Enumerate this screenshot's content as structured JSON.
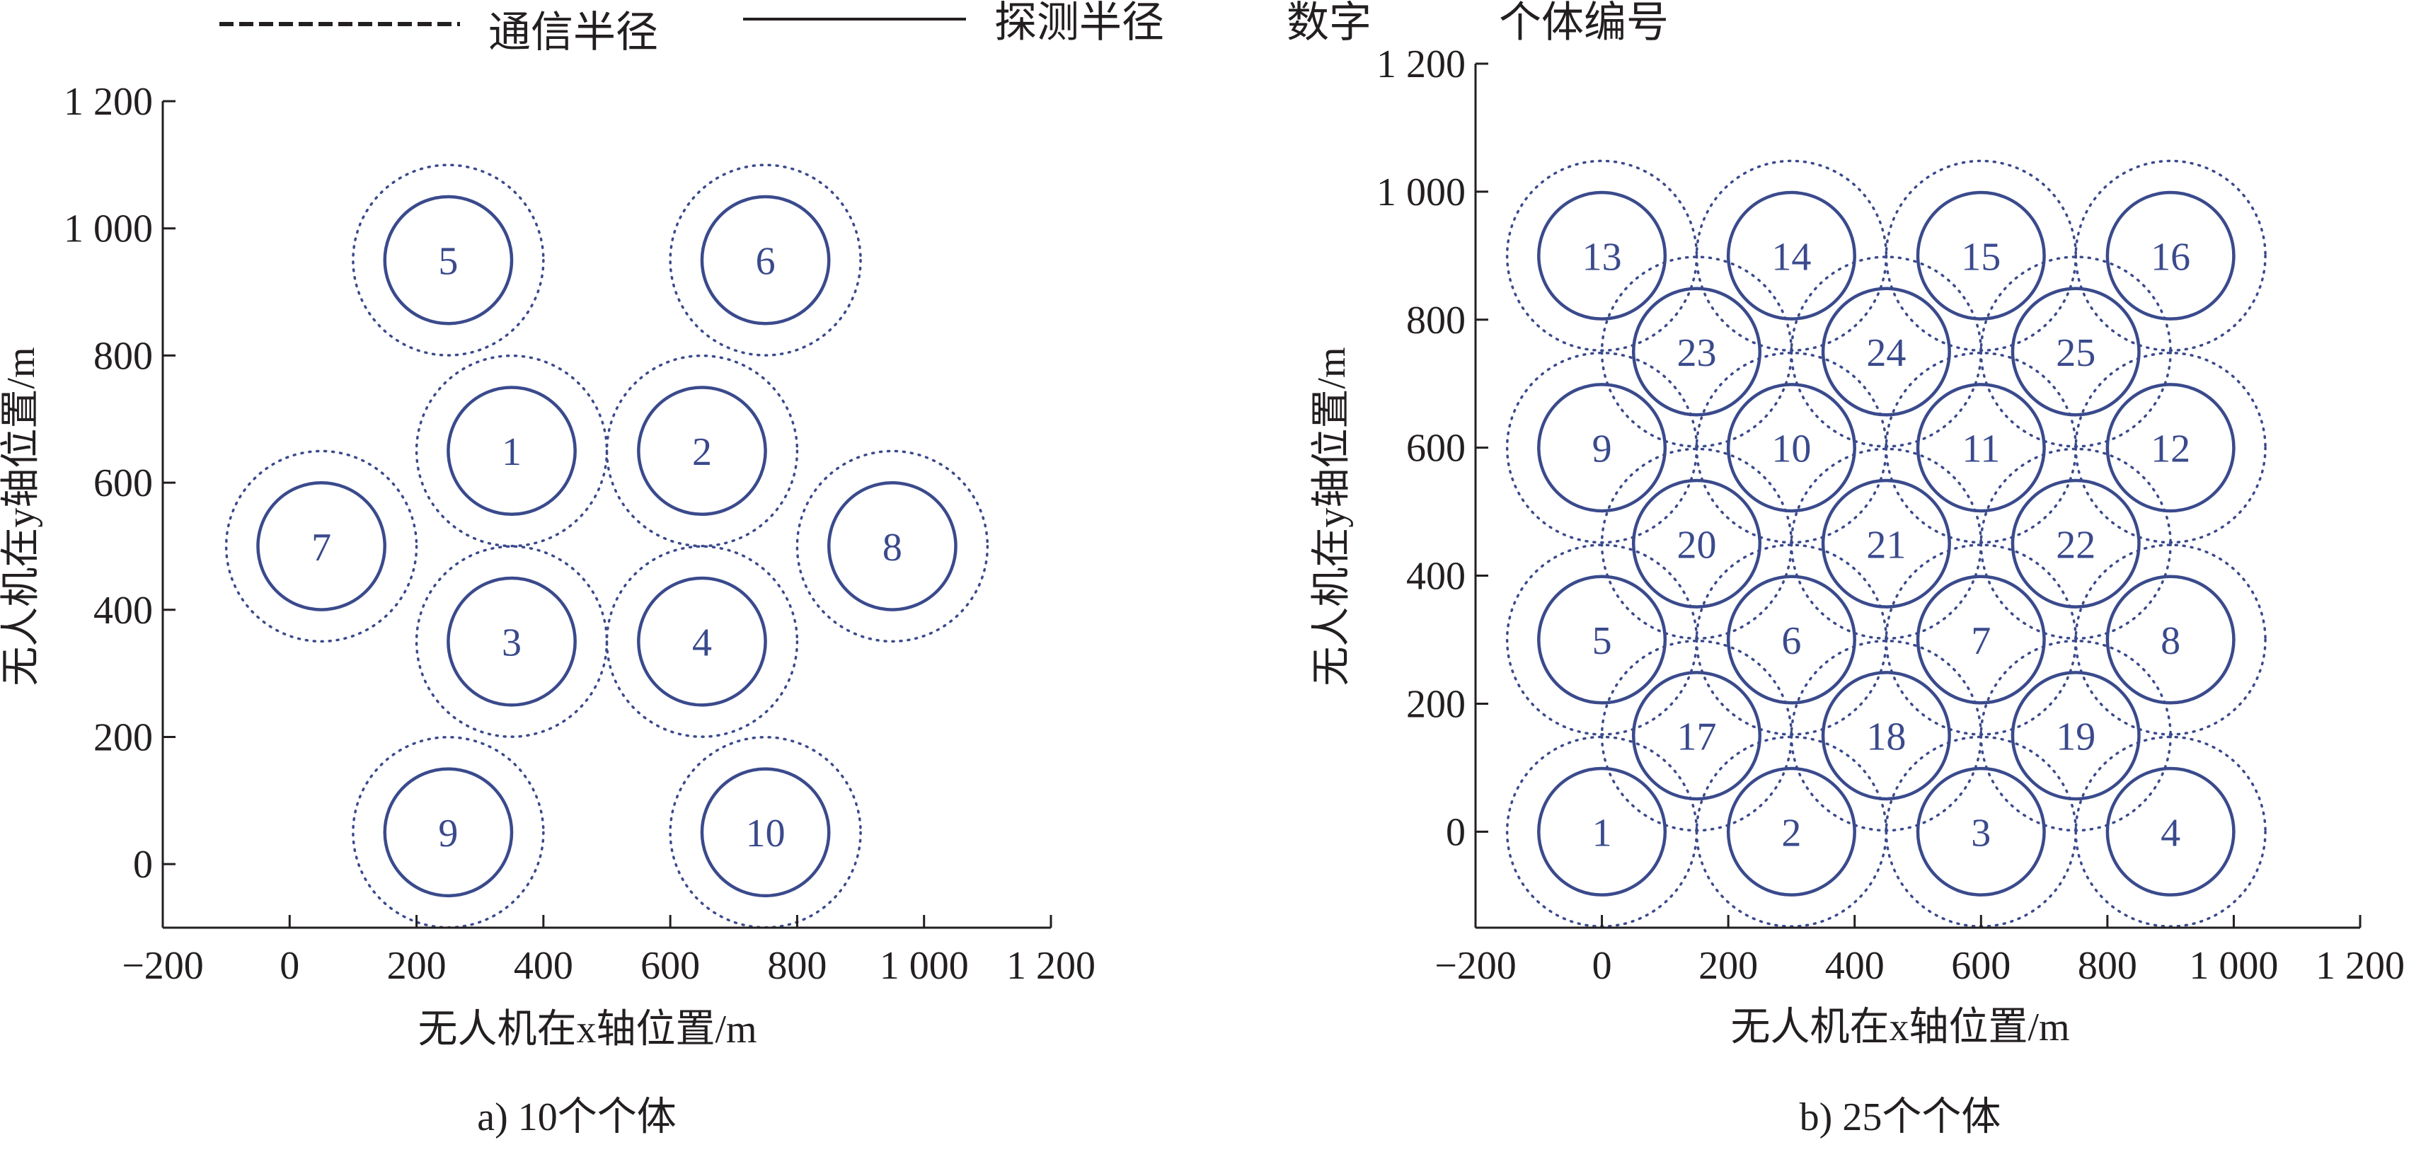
{
  "legend": {
    "items": [
      {
        "text": "通信半径",
        "style": "dashed"
      },
      {
        "text": "探测半径",
        "style": "solid"
      },
      {
        "text": "数字",
        "style": "none"
      },
      {
        "text": "个体编号",
        "style": "none"
      }
    ]
  },
  "colors": {
    "detection_circle": "#3a4a8c",
    "communication_circle": "#3a4a8c",
    "axis": "#231f20",
    "legend_line": "#231f20"
  },
  "chart_data": [
    {
      "type": "scatter",
      "caption": "a) 10个个体",
      "xlabel": "无人机在x轴位置/m",
      "ylabel": "无人机在y轴位置/m",
      "xlim": [
        -200,
        1200
      ],
      "ylim": [
        -100,
        1200
      ],
      "xticks": [
        -200,
        0,
        200,
        400,
        600,
        800,
        1000,
        1200
      ],
      "xtick_labels": [
        "−200",
        "0",
        "200",
        "400",
        "600",
        "800",
        "1 000",
        "1 200"
      ],
      "yticks": [
        0,
        200,
        400,
        600,
        800,
        1000,
        1200
      ],
      "ytick_labels": [
        "0",
        "200",
        "400",
        "600",
        "800",
        "1 000",
        "1 200"
      ],
      "detection_radius": 100,
      "communication_radius": 150,
      "grid": false,
      "points": [
        {
          "id": "1",
          "x": 350,
          "y": 650
        },
        {
          "id": "2",
          "x": 650,
          "y": 650
        },
        {
          "id": "3",
          "x": 350,
          "y": 350
        },
        {
          "id": "4",
          "x": 650,
          "y": 350
        },
        {
          "id": "5",
          "x": 250,
          "y": 950
        },
        {
          "id": "6",
          "x": 750,
          "y": 950
        },
        {
          "id": "7",
          "x": 50,
          "y": 500
        },
        {
          "id": "8",
          "x": 950,
          "y": 500
        },
        {
          "id": "9",
          "x": 250,
          "y": 50
        },
        {
          "id": "10",
          "x": 750,
          "y": 50
        }
      ]
    },
    {
      "type": "scatter",
      "caption": "b) 25个个体",
      "xlabel": "无人机在x轴位置/m",
      "ylabel": "无人机在y轴位置/m",
      "xlim": [
        -200,
        1200
      ],
      "ylim": [
        -150,
        1200
      ],
      "xticks": [
        -200,
        0,
        200,
        400,
        600,
        800,
        1000,
        1200
      ],
      "xtick_labels": [
        "−200",
        "0",
        "200",
        "400",
        "600",
        "800",
        "1 000",
        "1 200"
      ],
      "yticks": [
        0,
        200,
        400,
        600,
        800,
        1000,
        1200
      ],
      "ytick_labels": [
        "0",
        "200",
        "400",
        "600",
        "800",
        "1 000",
        "1 200"
      ],
      "detection_radius": 100,
      "communication_radius": 150,
      "grid": false,
      "points": [
        {
          "id": "1",
          "x": 0,
          "y": 0
        },
        {
          "id": "2",
          "x": 300,
          "y": 0
        },
        {
          "id": "3",
          "x": 600,
          "y": 0
        },
        {
          "id": "4",
          "x": 900,
          "y": 0
        },
        {
          "id": "5",
          "x": 0,
          "y": 300
        },
        {
          "id": "6",
          "x": 300,
          "y": 300
        },
        {
          "id": "7",
          "x": 600,
          "y": 300
        },
        {
          "id": "8",
          "x": 900,
          "y": 300
        },
        {
          "id": "9",
          "x": 0,
          "y": 600
        },
        {
          "id": "10",
          "x": 300,
          "y": 600
        },
        {
          "id": "11",
          "x": 600,
          "y": 600
        },
        {
          "id": "12",
          "x": 900,
          "y": 600
        },
        {
          "id": "13",
          "x": 0,
          "y": 900
        },
        {
          "id": "14",
          "x": 300,
          "y": 900
        },
        {
          "id": "15",
          "x": 600,
          "y": 900
        },
        {
          "id": "16",
          "x": 900,
          "y": 900
        },
        {
          "id": "17",
          "x": 150,
          "y": 150
        },
        {
          "id": "18",
          "x": 450,
          "y": 150
        },
        {
          "id": "19",
          "x": 750,
          "y": 150
        },
        {
          "id": "20",
          "x": 150,
          "y": 450
        },
        {
          "id": "21",
          "x": 450,
          "y": 450
        },
        {
          "id": "22",
          "x": 750,
          "y": 450
        },
        {
          "id": "23",
          "x": 150,
          "y": 750
        },
        {
          "id": "24",
          "x": 450,
          "y": 750
        },
        {
          "id": "25",
          "x": 750,
          "y": 750
        }
      ]
    }
  ]
}
